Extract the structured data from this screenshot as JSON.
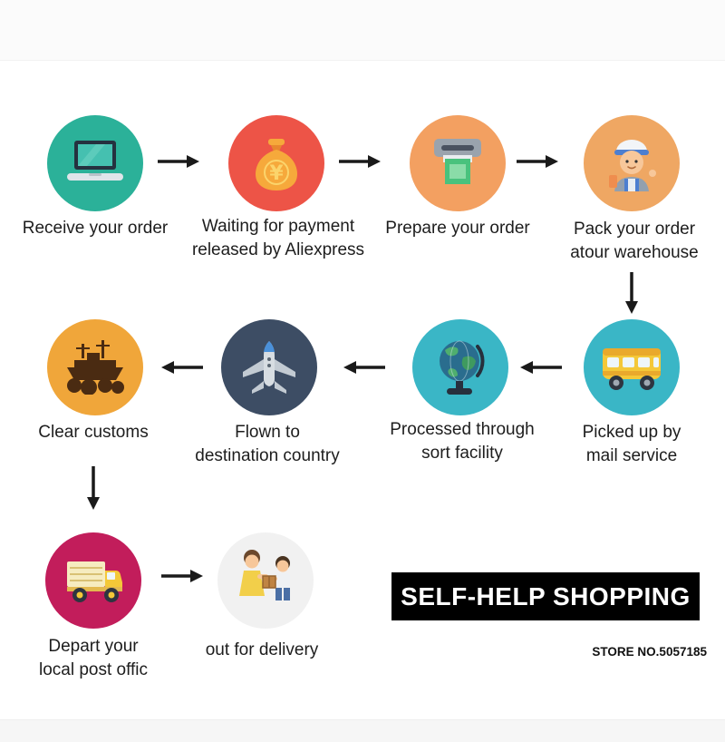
{
  "steps": [
    {
      "id": "receive-order",
      "icon": "laptop-icon",
      "label": "Receive your order",
      "circle_color": "#2bb199"
    },
    {
      "id": "waiting-payment",
      "icon": "money-bag-icon",
      "label": "Waiting for payment\nreleased by Aliexpress",
      "circle_color": "#ed5447"
    },
    {
      "id": "prepare-order",
      "icon": "atm-icon",
      "label": "Prepare your order",
      "circle_color": "#f3a061"
    },
    {
      "id": "pack-order",
      "icon": "warehouse-worker-icon",
      "label": "Pack your order\natour warehouse",
      "circle_color": "#efa763"
    },
    {
      "id": "picked-up",
      "icon": "school-bus-icon",
      "label": "Picked up by\nmail service",
      "circle_color": "#3ab6c6"
    },
    {
      "id": "sort-facility",
      "icon": "globe-icon",
      "label": "Processed through\nsort facility",
      "circle_color": "#3ab6c6"
    },
    {
      "id": "flown-destination",
      "icon": "airplane-icon",
      "label": "Flown to\ndestination country",
      "circle_color": "#3d4d64"
    },
    {
      "id": "clear-customs",
      "icon": "cargo-ship-icon",
      "label": "Clear customs",
      "circle_color": "#f0a63a"
    },
    {
      "id": "depart-post-office",
      "icon": "delivery-truck-icon",
      "label": "Depart your\nlocal post offic",
      "circle_color": "#c21d5b"
    },
    {
      "id": "out-for-delivery",
      "icon": "delivery-people-icon",
      "label": "out for delivery",
      "circle_color": "#f1f1f1"
    }
  ],
  "icons": {
    "money_symbol": "¥"
  },
  "banner": {
    "text": "SELF-HELP SHOPPING",
    "background": "#000000",
    "text_color": "#ffffff"
  },
  "store": {
    "label": "STORE NO.5057185"
  }
}
